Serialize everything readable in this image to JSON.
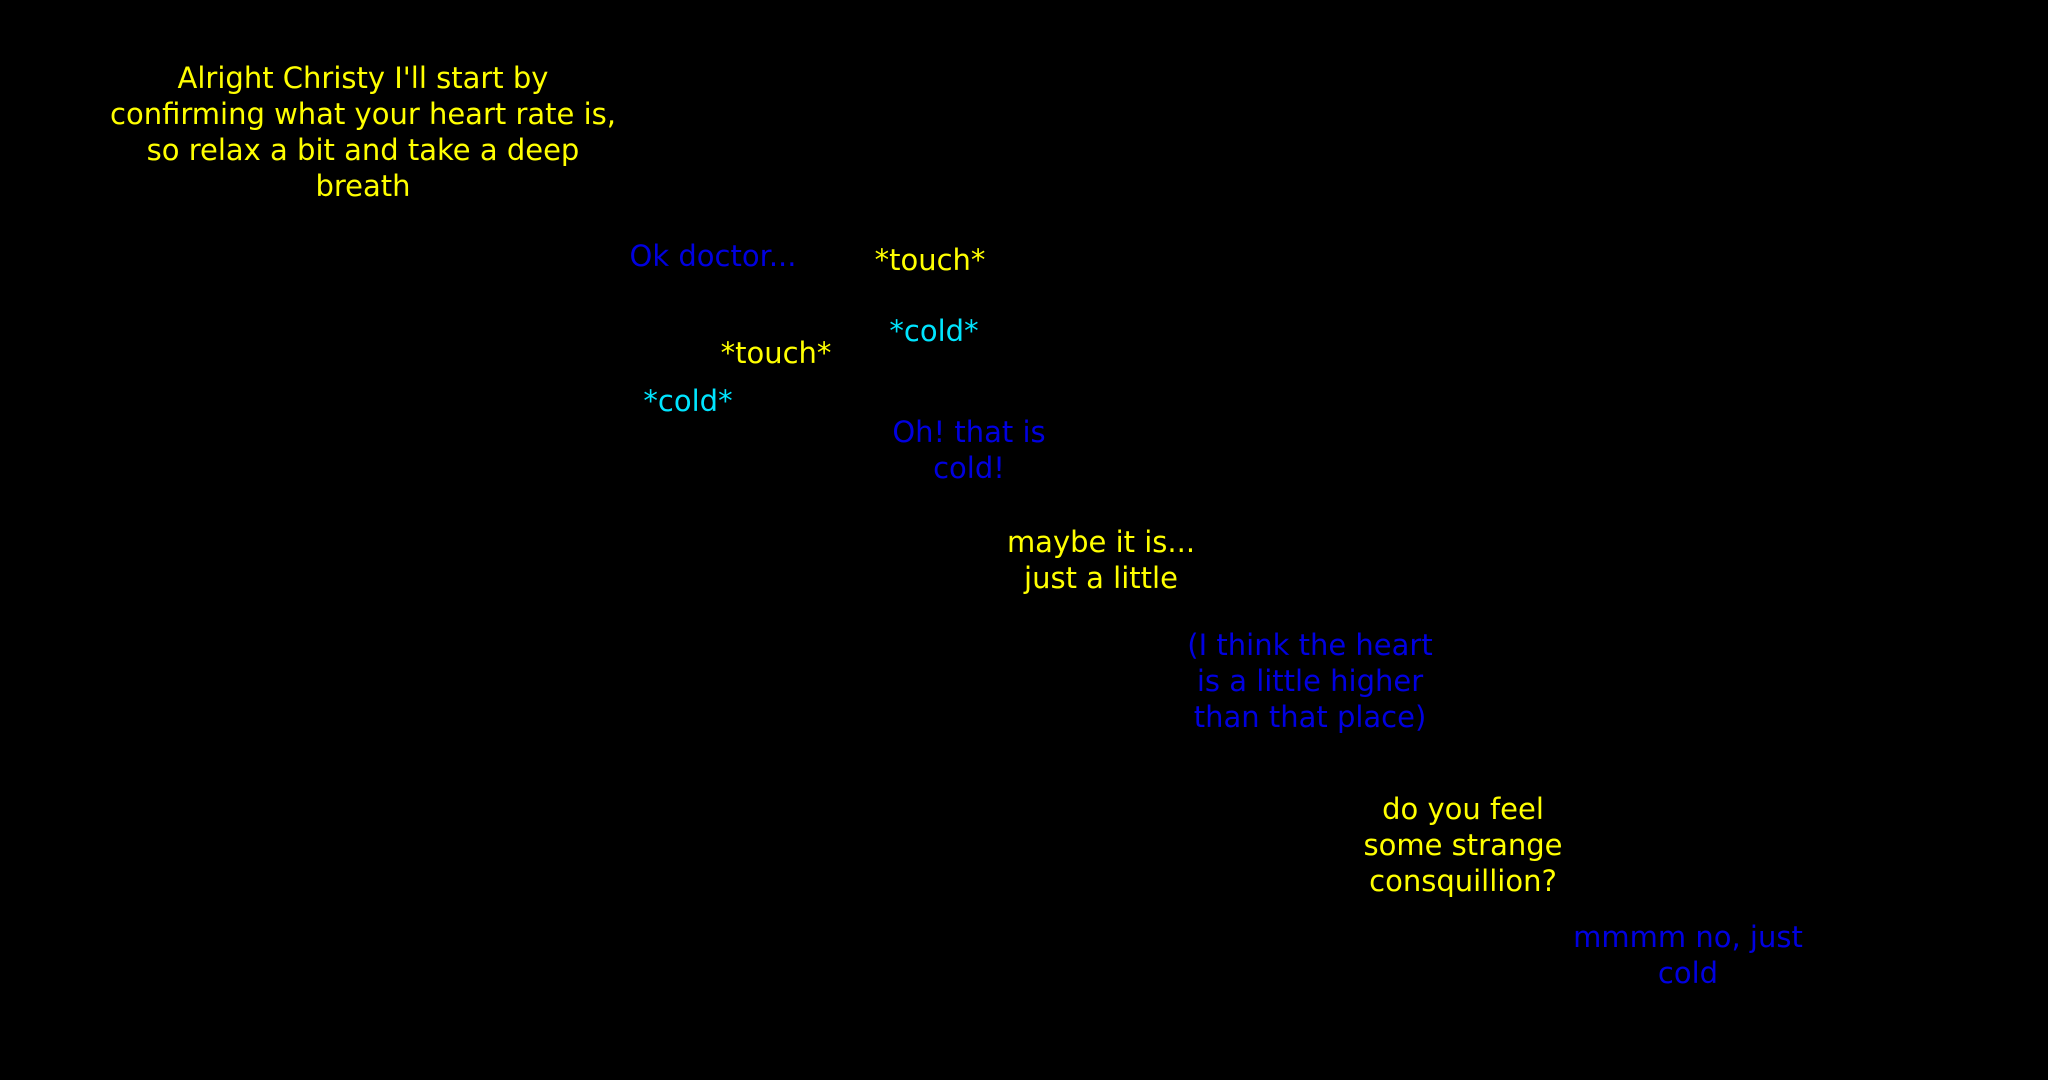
{
  "dialogue": [
    {
      "id": "t1",
      "text": "Alright Christy I'll start by\nconfirming what your heart rate is,\nso relax a bit and take a deep\nbreath",
      "speaker_color": "#ffff00"
    },
    {
      "id": "t2",
      "text": "Ok doctor...",
      "speaker_color": "#0000e0"
    },
    {
      "id": "t3",
      "text": "*touch*",
      "speaker_color": "#ffff00"
    },
    {
      "id": "t4",
      "text": "*cold*",
      "speaker_color": "#00e5ff"
    },
    {
      "id": "t5",
      "text": "*touch*",
      "speaker_color": "#ffff00"
    },
    {
      "id": "t6",
      "text": "*cold*",
      "speaker_color": "#00e5ff"
    },
    {
      "id": "t7",
      "text": "Oh! that is\ncold!",
      "speaker_color": "#0000e0"
    },
    {
      "id": "t8",
      "text": "maybe it is...\njust a little",
      "speaker_color": "#ffff00"
    },
    {
      "id": "t9",
      "text": "(I think the heart\nis a little higher\nthan that place)",
      "speaker_color": "#0000e0"
    },
    {
      "id": "t10",
      "text": "do you feel\nsome strange\nconsquillion?",
      "speaker_color": "#ffff00"
    },
    {
      "id": "t11",
      "text": "mmmm no, just\ncold",
      "speaker_color": "#0000e0"
    }
  ]
}
